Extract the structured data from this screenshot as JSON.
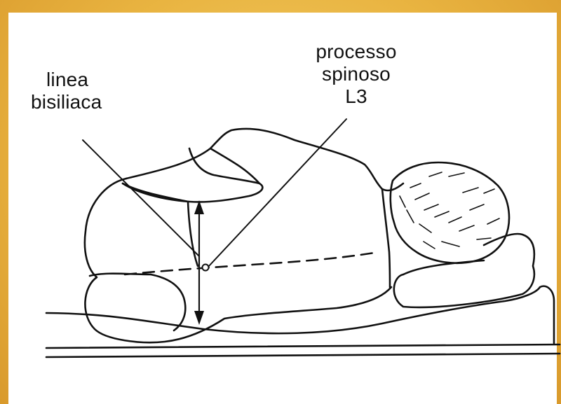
{
  "labels": {
    "left": {
      "line1": "linea",
      "line2": "bisiliaca"
    },
    "right": {
      "line1": "processo",
      "line2": "spinoso",
      "line3": "L3"
    }
  },
  "colors": {
    "frame": "#e9b441",
    "paper": "#ffffff",
    "ink": "#111111"
  }
}
